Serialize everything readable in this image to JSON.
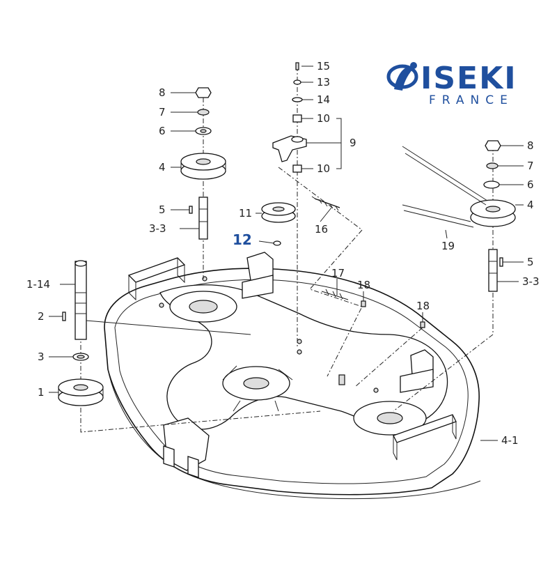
{
  "logo": {
    "brand": "ISEKI",
    "subtitle": "FRANCE",
    "color": "#1f4f9e"
  },
  "highlight_color": "#1f4f9e",
  "callouts": {
    "left_8": "8",
    "left_7": "7",
    "left_6": "6",
    "left_4": "4",
    "left_5": "5",
    "left_3_3": "3-3",
    "left_1_14": "1-14",
    "left_2": "2",
    "left_3": "3",
    "left_1": "1",
    "c_15": "15",
    "c_13": "13",
    "c_14": "14",
    "c_10_top": "10",
    "c_9": "9",
    "c_10_bottom": "10",
    "c_11": "11",
    "c_12": "12",
    "c_16": "16",
    "c_17": "17",
    "c_18_a": "18",
    "c_18_b": "18",
    "right_8": "8",
    "right_7": "7",
    "right_6": "6",
    "right_4": "4",
    "right_19": "19",
    "right_5": "5",
    "right_3_3": "3-3",
    "deck_4_1": "4-1"
  }
}
